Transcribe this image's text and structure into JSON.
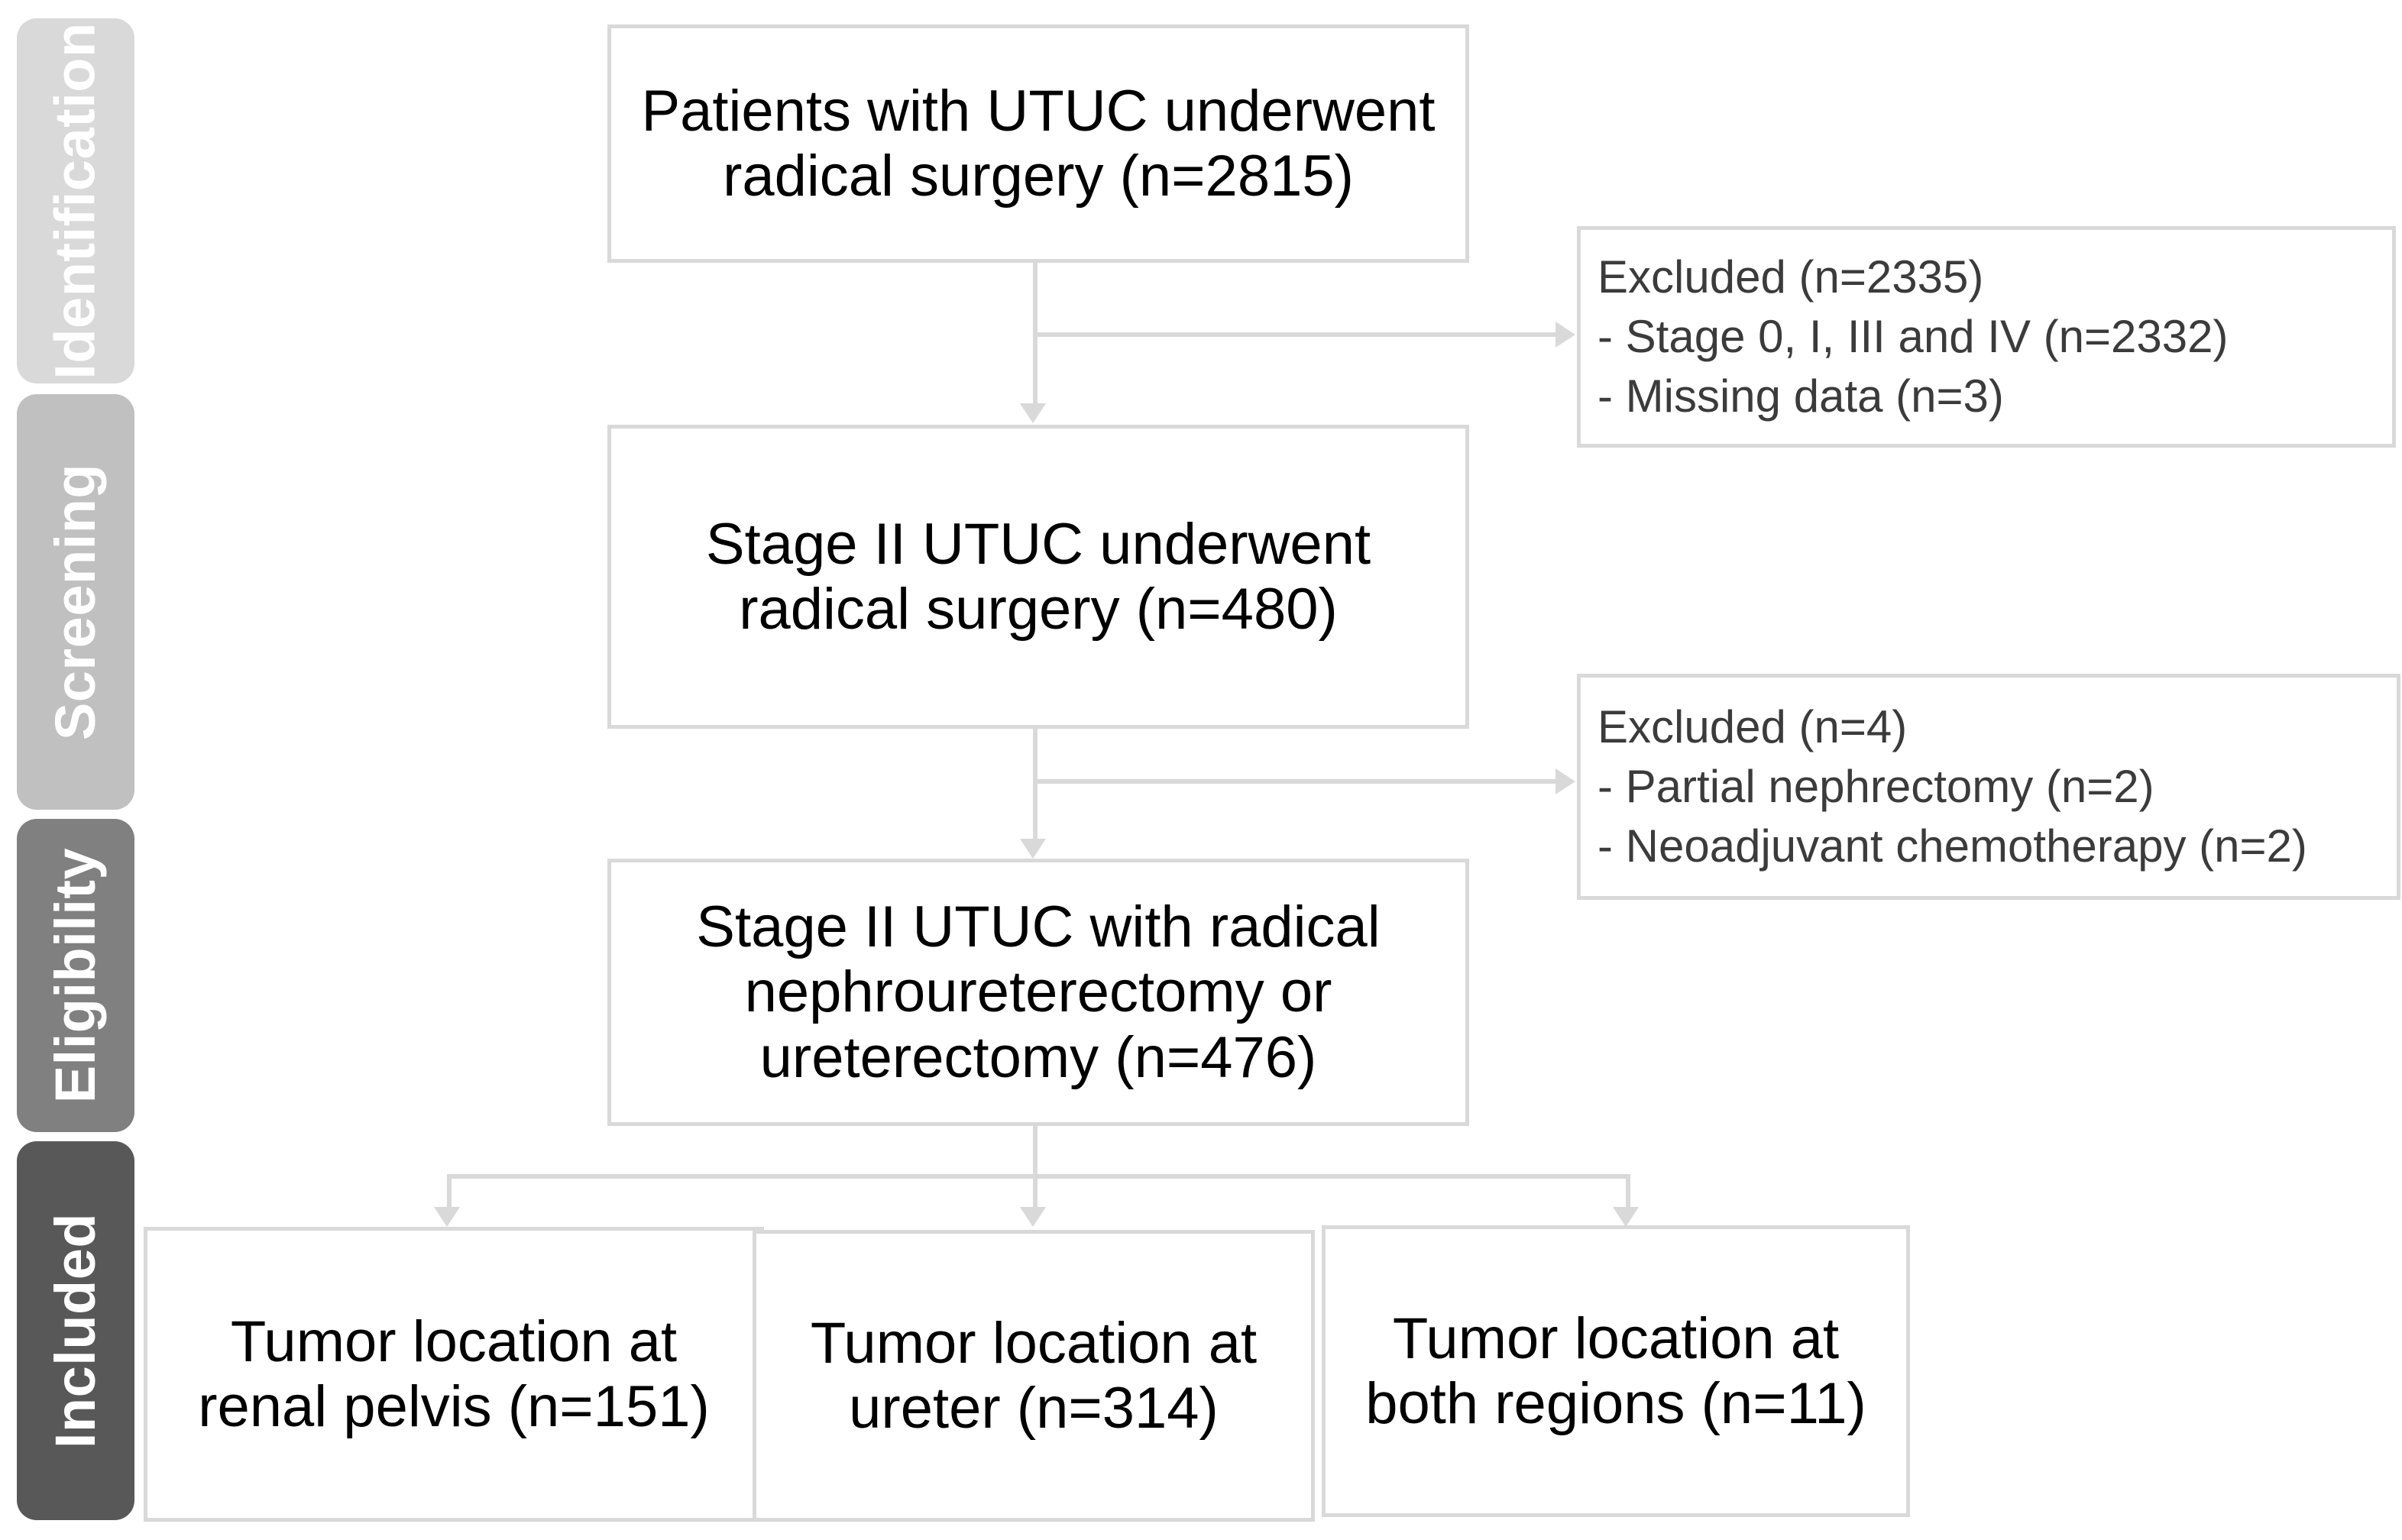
{
  "diagram": {
    "type": "PRISMA-style patient selection flowchart",
    "stages": [
      {
        "id": "identification",
        "label": "Identification",
        "color": "#d9d9d9"
      },
      {
        "id": "screening",
        "label": "Screening",
        "color": "#c0c0c0"
      },
      {
        "id": "eligibility",
        "label": "Eligibility",
        "color": "#808080"
      },
      {
        "id": "included",
        "label": "Included",
        "color": "#585858"
      }
    ],
    "boxes": {
      "identification": "Patients with UTUC underwent radical surgery (n=2815)",
      "screening": "Stage II UTUC underwent radical surgery (n=480)",
      "eligibility": "Stage II UTUC with radical nephroureterectomy or ureterectomy (n=476)",
      "renal_pelvis": "Tumor location at renal pelvis (n=151)",
      "ureter": "Tumor location at ureter (n=314)",
      "both_regions": "Tumor location at both regions (n=11)"
    },
    "excluded": [
      {
        "id": "excluded-1",
        "heading": "Excluded  (n=2335)",
        "reasons": [
          "- Stage 0, I, III and IV (n=2332)",
          "- Missing data (n=3)"
        ]
      },
      {
        "id": "excluded-2",
        "heading": "Excluded  (n=4)",
        "reasons": [
          "- Partial nephrectomy (n=2)",
          "- Neoadjuvant chemotherapy (n=2)"
        ]
      }
    ],
    "counts": {
      "total_screened": 2815,
      "excluded_stage_1": 2335,
      "excluded_stage_0_I_III_IV": 2332,
      "excluded_missing_data": 3,
      "stage_ii_radical_surgery": 480,
      "excluded_stage_2": 4,
      "excluded_partial_nephrectomy": 2,
      "excluded_neoadjuvant_chemo": 2,
      "final_cohort": 476,
      "renal_pelvis": 151,
      "ureter": 314,
      "both_regions": 11
    },
    "colors": {
      "box_border": "#d9d9d9",
      "connector": "#d9d9d9",
      "box_text": "#000000",
      "excluded_text": "#3b3b3b",
      "band_text": "#ffffff"
    }
  }
}
